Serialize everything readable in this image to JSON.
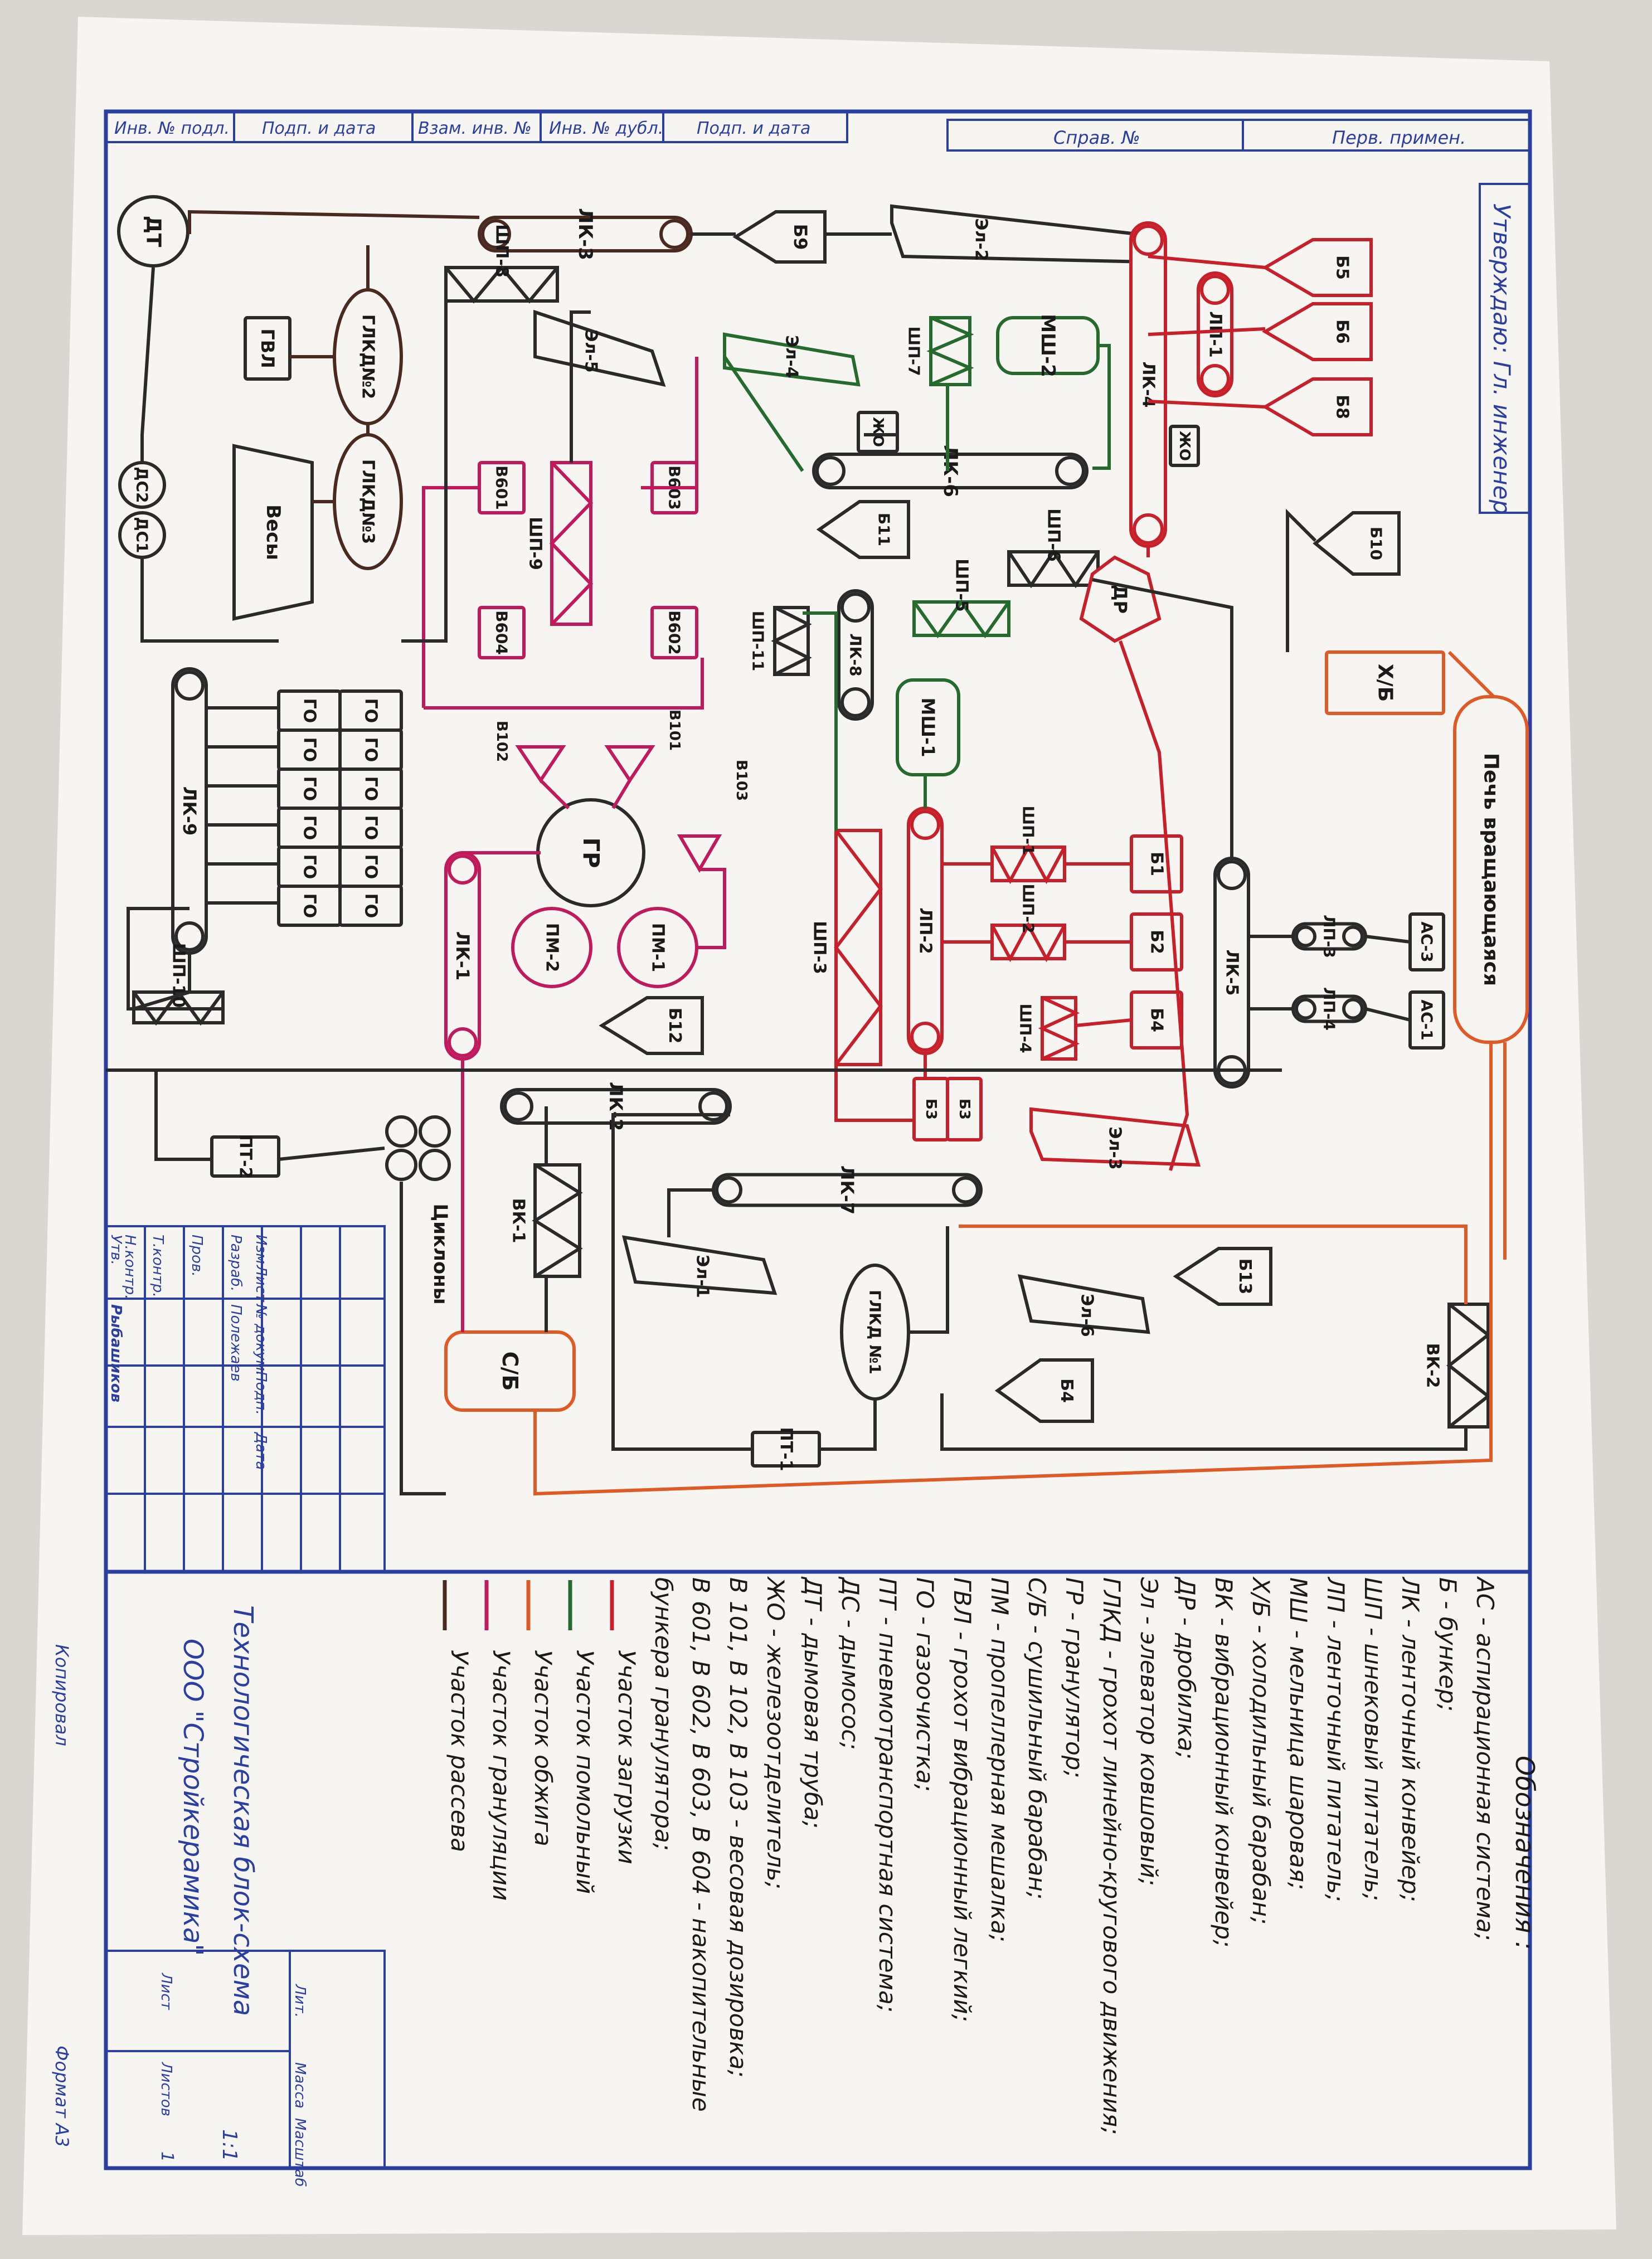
{
  "title_block": {
    "approval": "Утверждаю: Гл. инженер",
    "top_cells": [
      "Инв. № подл.",
      "Подп. и дата",
      "Взам. инв. №",
      "Инв. № дубл.",
      "Подп. и дата"
    ],
    "top_right_cells": [
      "Справ. №",
      "Перв. примен."
    ],
    "stamp_rows": [
      "Изм",
      "Лист",
      "№ докум.",
      "Подп.",
      "Дата"
    ],
    "stamp_roles": [
      "Разраб.",
      "Пров.",
      "Т.контр.",
      "Н.контр.",
      "Утв."
    ],
    "developer": "Полежаев",
    "approver": "Рыбашиков",
    "doc_title": "Технологическая блок-схема",
    "company": "ООО \"Стройкерамика\"",
    "cells_right": [
      "Лит.",
      "Масса",
      "Масштаб"
    ],
    "scale": "1:1",
    "sheet_label": "Лист",
    "sheets_label": "Листов",
    "sheets_count": "1",
    "copied": "Копировал",
    "format": "Формат А3"
  },
  "legend": {
    "heading": "Обозначения :",
    "items": [
      "АС - аспирационная система;",
      "Б - бункер;",
      "ЛК - ленточный конвейер;",
      "ШП - шнековый питатель;",
      "ЛП - ленточный питатель;",
      "МШ - мельница шаровая;",
      "Х/Б - холодильный барабан;",
      "ВК - вибрационный конвейер;",
      "ДР - дробилка;",
      "Эл - элеватор ковшовый;",
      "ГЛКД - грохот линейно-кругового движения;",
      "ГР - гранулятор;",
      "С/Б - сушильный барабан;",
      "ПМ - пропеллерная мешалка;",
      "ГВЛ - грохот вибрационный легкий;",
      "ГО - газоочистка;",
      "ПТ - пневмотранспортная система;",
      "ДС - дымосос;",
      "ДТ - дымовая труба;",
      "ЖО - железоотделитель;",
      "В 101, В 102, В 103 - весовая дозировка;",
      "В 601, В 602, В 603, В 604 - накопительные",
      "бункера гранулятора;"
    ],
    "sections": [
      {
        "label": "Участок загрузки",
        "color": "#c8202a"
      },
      {
        "label": "Участок помольный",
        "color": "#256b2d"
      },
      {
        "label": "Участок обжига",
        "color": "#e05a25"
      },
      {
        "label": "Участок грануляции",
        "color": "#c11a5c"
      },
      {
        "label": "Участок рассева",
        "color": "#4a2a20"
      }
    ]
  },
  "nodes": {
    "dt": "ДТ",
    "ds1": "ДС1",
    "ds2": "ДС2",
    "gvl": "ГВЛ",
    "vesy": "Весы",
    "glkd2": "ГЛКД№2",
    "glkd3": "ГЛКД№3",
    "lk3": "ЛК-3",
    "b9": "Б9",
    "el2": "Эл-2",
    "b5": "Б5",
    "b6": "Б6",
    "b8": "Б8",
    "lp1": "ЛП-1",
    "lk4": "ЛК-4",
    "jo1": "ЖО",
    "b10": "Б10",
    "shp8": "ШП-8",
    "el5": "Эл-5",
    "el4": "Эл-4",
    "shp7": "ШП-7",
    "msh2": "МШ-2",
    "jo2": "ЖО",
    "lk6": "ЛК-6",
    "b601": "В601",
    "b603": "В603",
    "shp9": "ШП-9",
    "b604": "В604",
    "b602": "В602",
    "b11": "Б11",
    "shp6": "ШП-6",
    "dr": "ДР",
    "shp11": "ШП-11",
    "lk8": "ЛК-8",
    "shp5": "ШП-5",
    "msh1": "МШ-1",
    "xb": "Х/Б",
    "pech": "Печь вращающаяся",
    "go": "ГО",
    "lk9": "ЛК-9",
    "v102": "В102",
    "v101": "В101",
    "v103": "В103",
    "gr": "ГР",
    "pm1": "ПМ-1",
    "pm2": "ПМ-2",
    "lk1": "ЛК-1",
    "shp3": "ШП-3",
    "lp2": "ЛП-2",
    "shp1": "ШП-1",
    "b1": "Б1",
    "shp2": "ШП-2",
    "b2": "Б2",
    "shp4": "ШП-4",
    "b4a": "Б4",
    "lk5": "ЛК-5",
    "lp3": "ЛП-3",
    "as3": "АС-3",
    "lp4": "ЛП-4",
    "as1": "АС-1",
    "shp10": "ШП-10",
    "b12": "Б12",
    "lk2": "ЛК-2",
    "b3": "Б3",
    "b3b": "Б3",
    "el3": "Эл-3",
    "pt2": "ПТ-2",
    "cyclones": "Циклоны",
    "vk1": "ВК-1",
    "lk7": "ЛК-7",
    "el1": "Эл-1",
    "glkd1": "ГЛКД №1",
    "b13": "Б13",
    "el6": "Эл-6",
    "b4b": "Б4",
    "vk2": "ВК-2",
    "sb": "С/Б",
    "pt1": "ПТ-1"
  }
}
